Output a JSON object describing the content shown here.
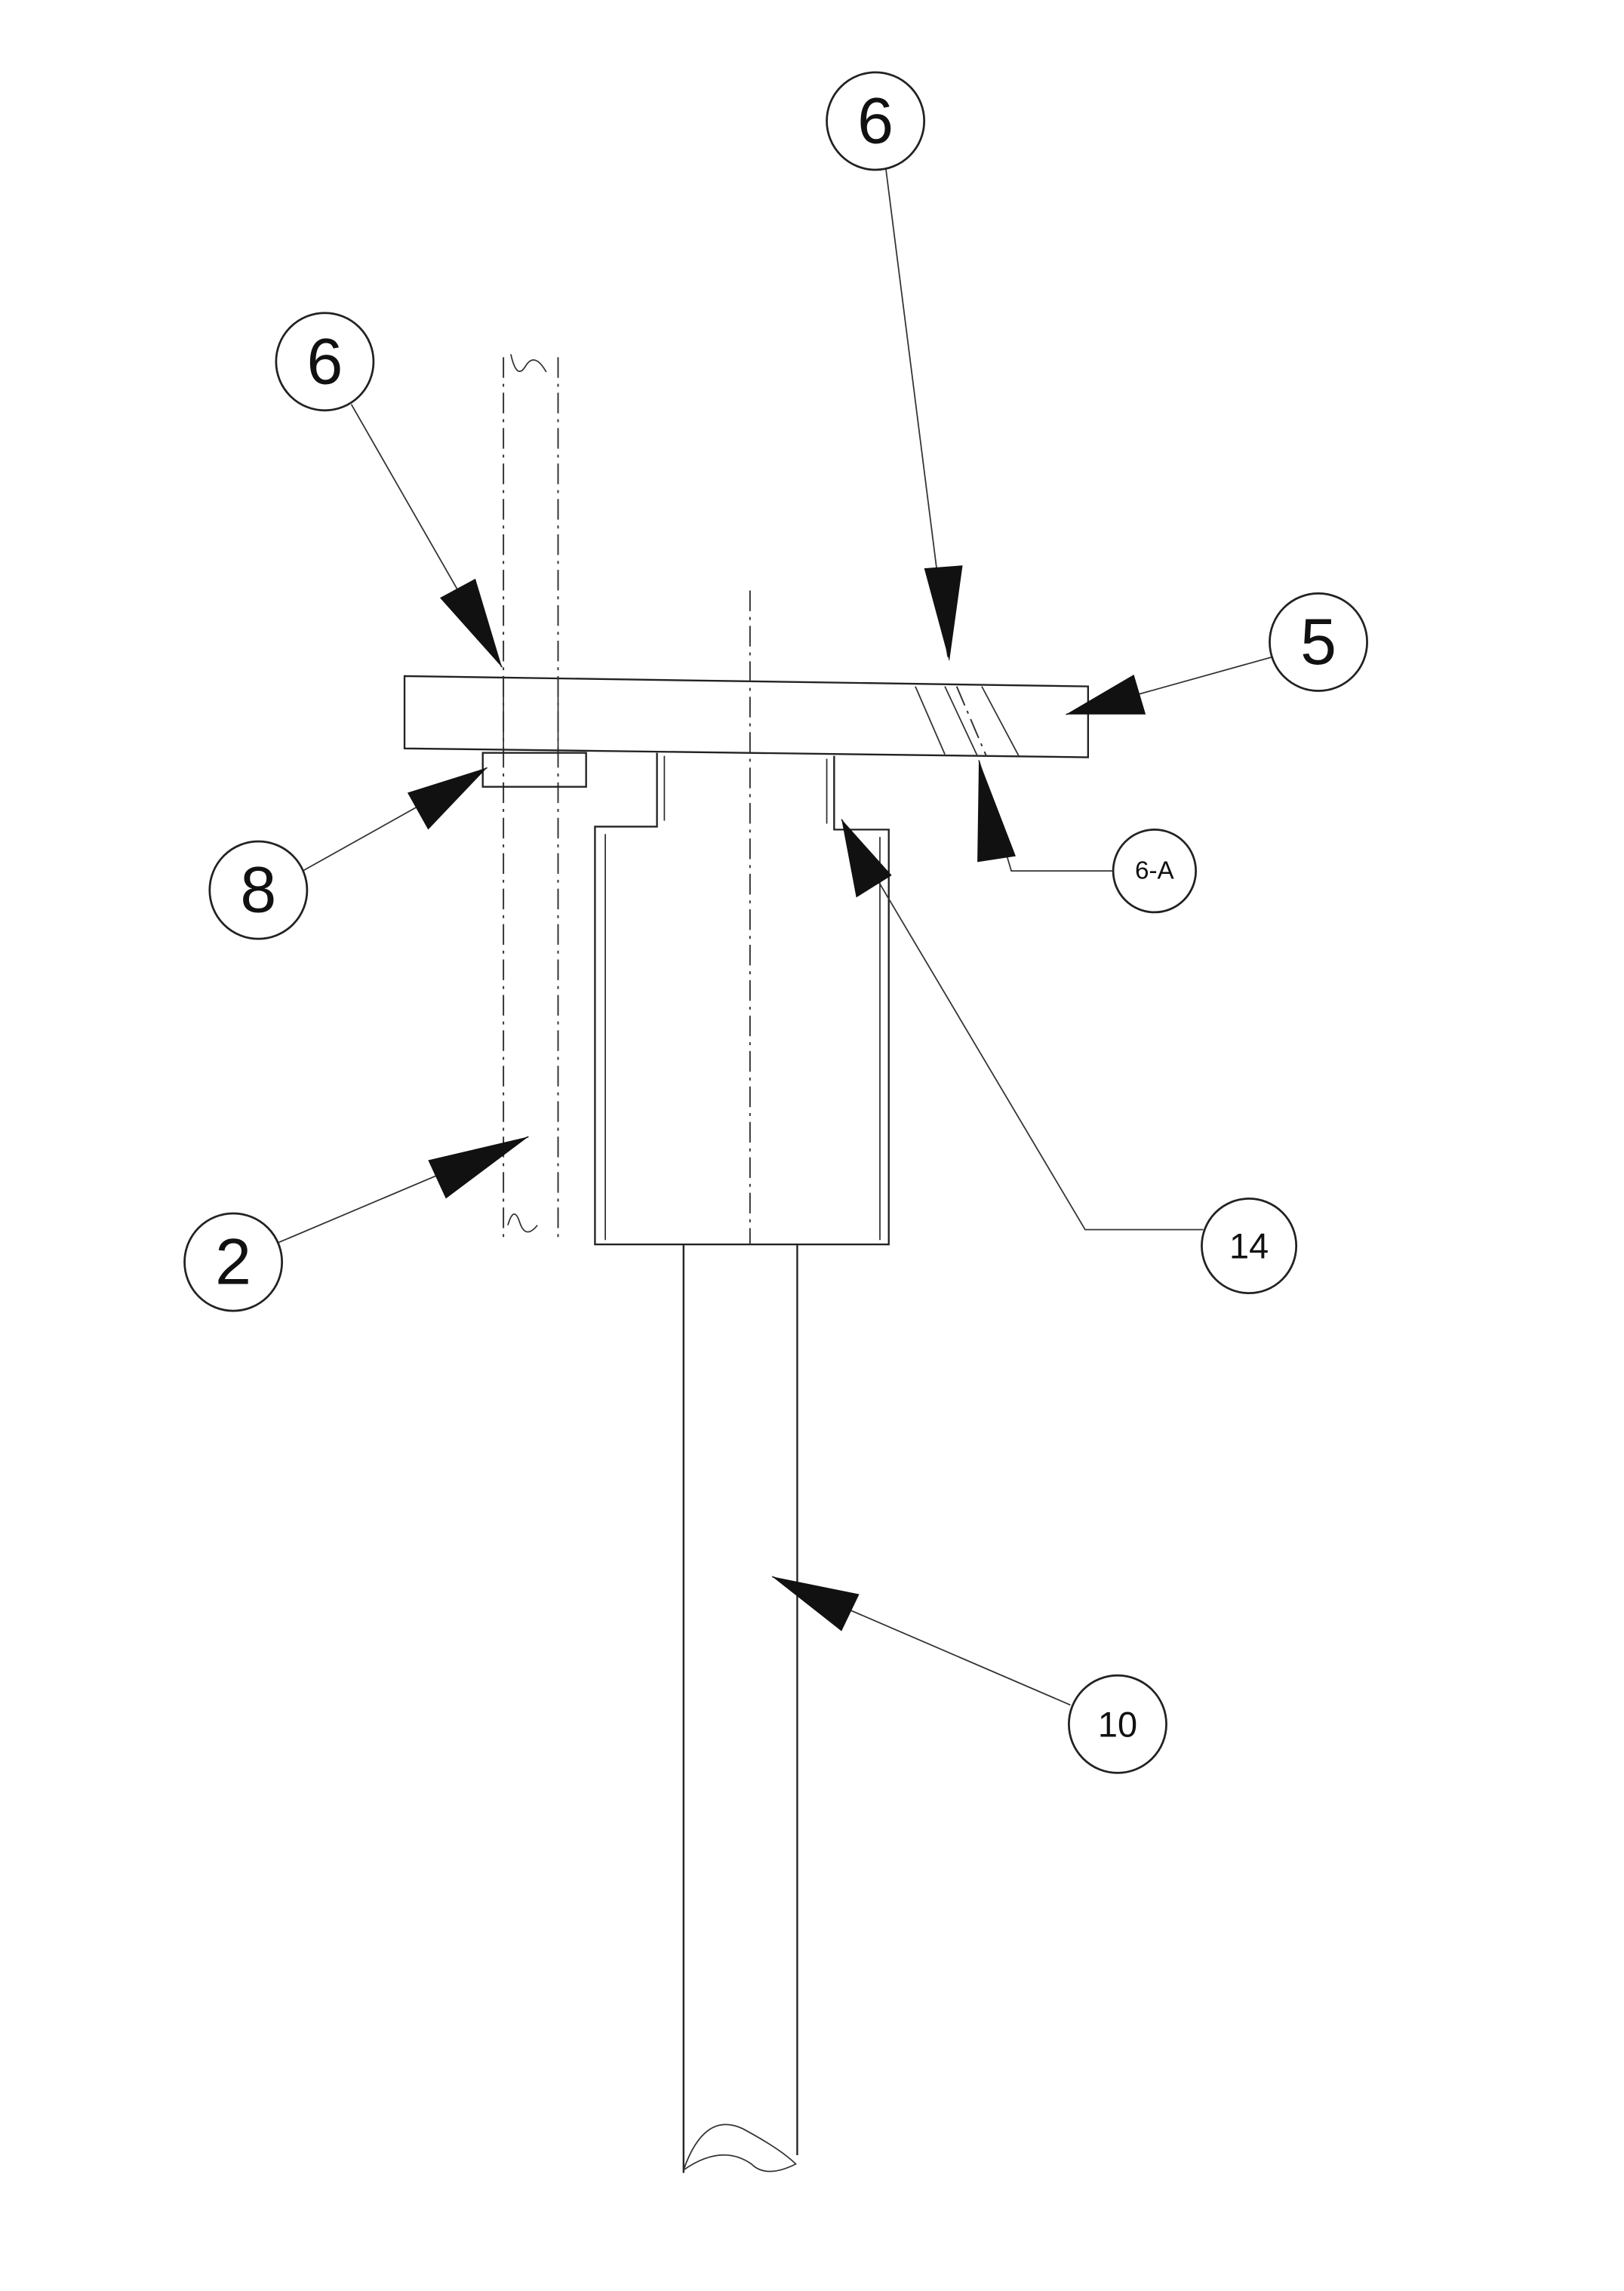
{
  "figure": {
    "labels": {
      "top_6": "6",
      "left_6": "6",
      "plate_5": "5",
      "block_8": "8",
      "hole_6a": "6-A",
      "hub_14": "14",
      "wall_2": "2",
      "rod_10": "10"
    }
  }
}
